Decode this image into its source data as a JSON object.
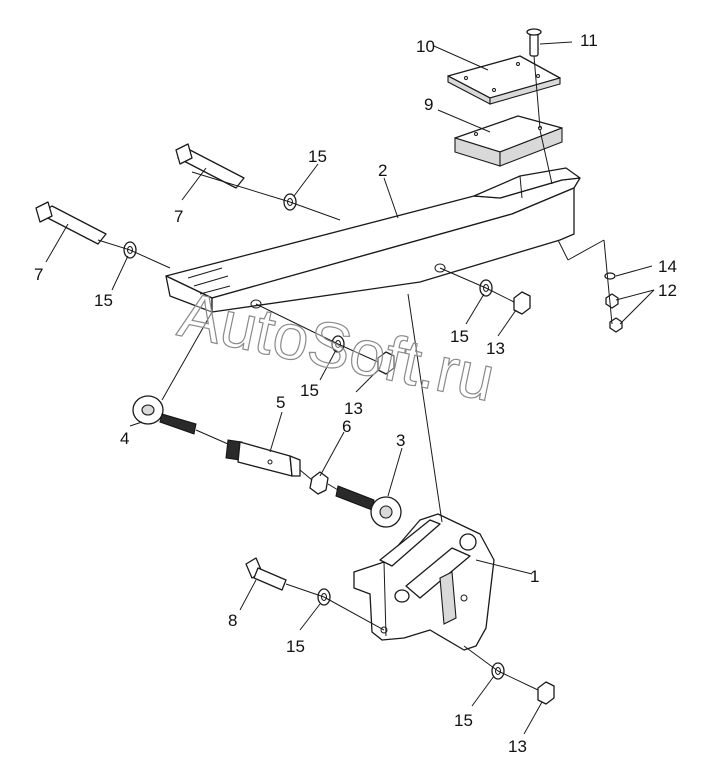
{
  "watermark": "AutoSoft.ru",
  "callouts": {
    "c1": "1",
    "c2": "2",
    "c3": "3",
    "c4": "4",
    "c5": "5",
    "c6": "6",
    "c7a": "7",
    "c7b": "7",
    "c8": "8",
    "c9": "9",
    "c10": "10",
    "c11": "11",
    "c12": "12",
    "c13a": "13",
    "c13b": "13",
    "c13c": "13",
    "c14": "14",
    "c15a": "15",
    "c15b": "15",
    "c15c": "15",
    "c15d": "15",
    "c15e": "15"
  }
}
